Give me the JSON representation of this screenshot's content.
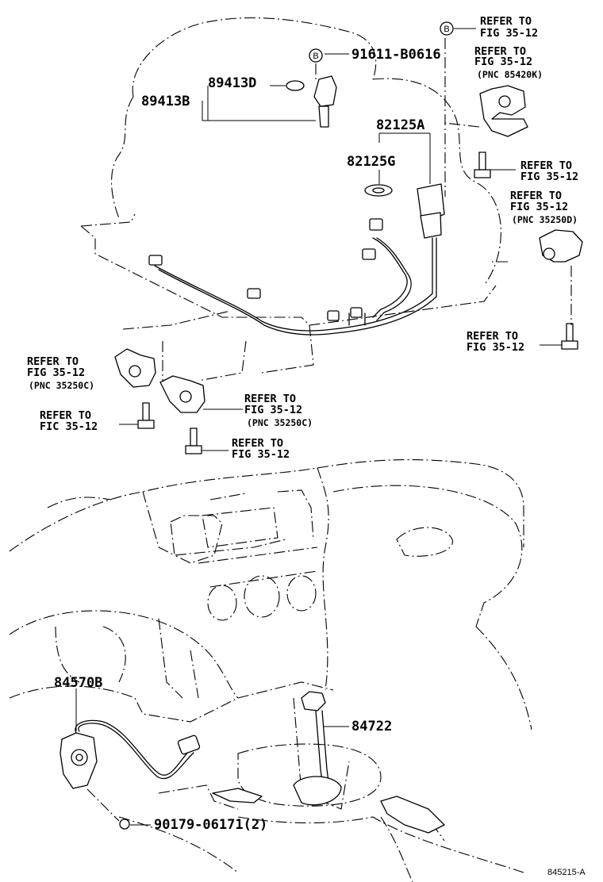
{
  "parts": {
    "p89413D": "89413D",
    "p89413B": "89413B",
    "p91611": "91611-B0616",
    "p82125A": "82125A",
    "p82125G": "82125G",
    "p84570B": "84570B",
    "p84722": "84722",
    "p90179": "90179-06171(2)"
  },
  "refs": {
    "top_b_1": "REFER TO",
    "top_b_2": "FIG 35-12",
    "r85420_1": "REFER TO",
    "r85420_2": "FIG 35-12",
    "r85420_3": "(PNC 85420K)",
    "bolt_r1_1": "REFER TO",
    "bolt_r1_2": "FIG 35-12",
    "r35250D_1": "REFER TO",
    "r35250D_2": "FIG 35-12",
    "r35250D_3": "(PNC 35250D)",
    "bolt_r2_1": "REFER TO",
    "bolt_r2_2": "FIG 35-12",
    "left_c_1": "REFER TO",
    "left_c_2": "FIG 35-12",
    "left_c_3": "(PNC 35250C)",
    "bolt_l1_1": "REFER TO",
    "bolt_l1_2": "FIC 35-12",
    "mid_c_1": "REFER TO",
    "mid_c_2": "FIG 35-12",
    "mid_c_3": "(PNC 35250C)",
    "bolt_l2_1": "REFER TO",
    "bolt_l2_2": "FIG 35-12"
  },
  "markers": {
    "b1": "B",
    "b2": "B"
  },
  "drawing_code": "845215-A"
}
